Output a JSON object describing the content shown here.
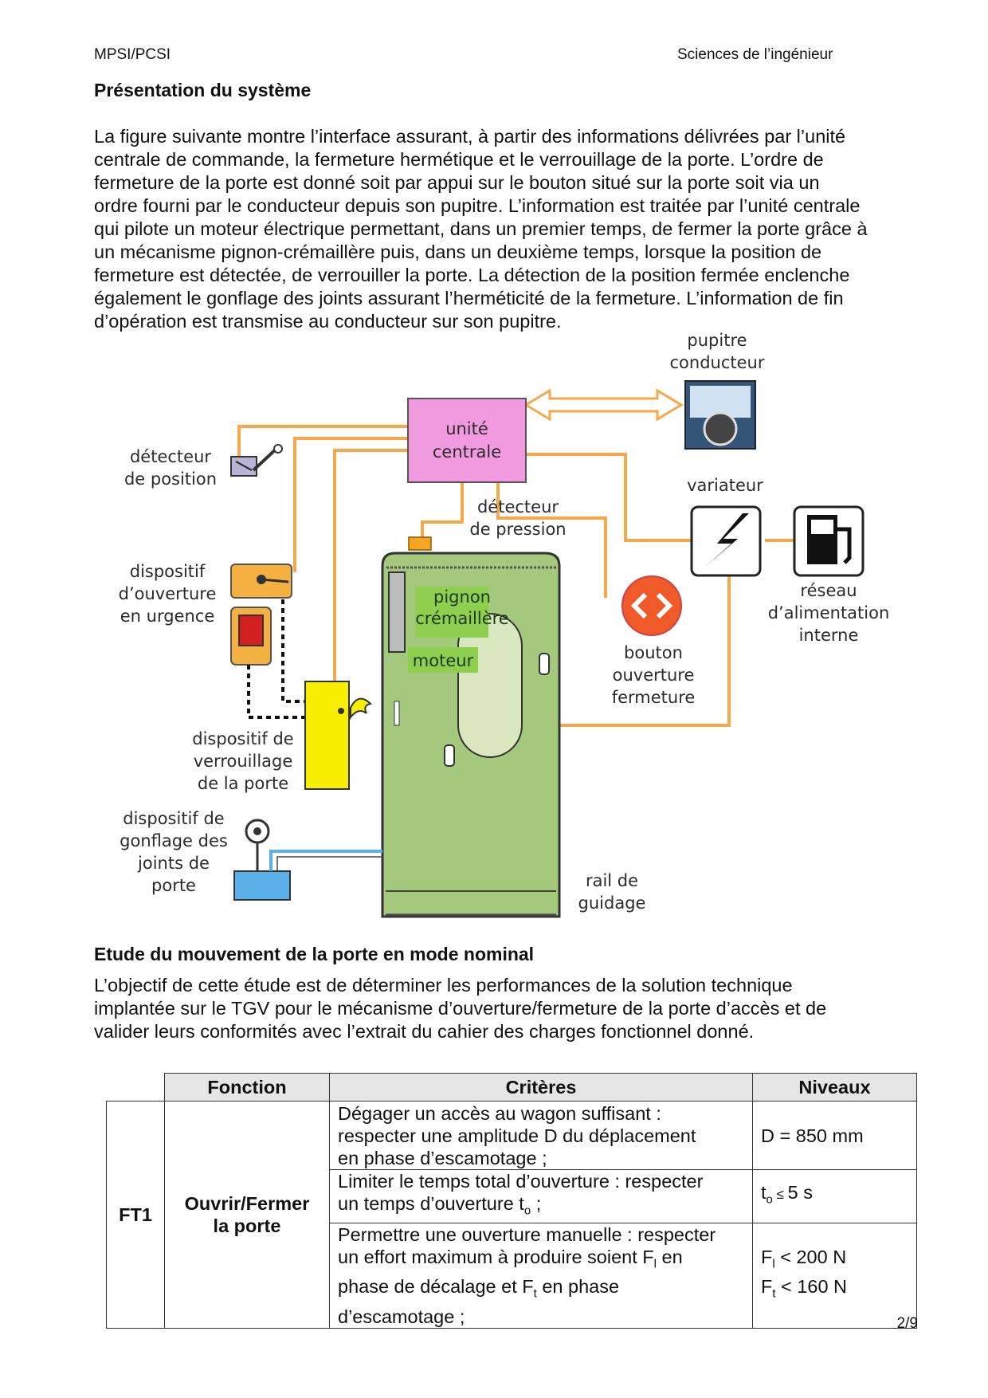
{
  "header": {
    "left": "MPSI/PCSI",
    "right": "Sciences de l’ingénieur"
  },
  "section1": {
    "title": "Présentation du système",
    "lines": [
      "La figure suivante montre l’interface assurant, à partir des informations délivrées par l’unité",
      "centrale de commande, la fermeture hermétique et le verrouillage de la porte. L’ordre de",
      "fermeture de la porte est donné soit par appui sur le bouton situé sur la porte soit via un",
      "ordre fourni par le conducteur depuis son pupitre. L’information est traitée par l’unité centrale",
      "qui pilote un moteur électrique permettant, dans un premier temps, de fermer la porte grâce à",
      "un mécanisme pignon-crémaillère puis, dans un deuxième temps, lorsque la position de",
      "fermeture est détectée, de verrouiller la porte. La détection de la position fermée enclenche",
      "également le gonflage des joints assurant l’herméticité de la fermeture. L’information de fin",
      "d’opération est transmise au conducteur sur son pupitre."
    ]
  },
  "diagram": {
    "pupitre": [
      "pupitre",
      "conducteur"
    ],
    "unite": [
      "unité",
      "centrale"
    ],
    "detecteur_position": [
      "détecteur",
      "de position"
    ],
    "detecteur_pression": [
      "détecteur",
      "de pression"
    ],
    "variateur": "variateur",
    "reseau": [
      "réseau",
      "d’alimentation",
      "interne"
    ],
    "urgence": [
      "dispositif",
      "d’ouverture",
      "en urgence"
    ],
    "pignon": [
      "pignon",
      "crémaillère"
    ],
    "moteur": "moteur",
    "bouton": [
      "bouton",
      "ouverture",
      "fermeture"
    ],
    "verrouillage": [
      "dispositif de",
      "verrouillage",
      "de la porte"
    ],
    "gonflage": [
      "dispositif de",
      "gonflage des",
      "joints de",
      "porte"
    ],
    "rail": [
      "rail de",
      "guidage"
    ],
    "colors": {
      "wire": "#f5a94a",
      "unite": "#f29ae0",
      "door": "#a4c97c",
      "lock": "#f7ee00",
      "tank": "#5ab0e6",
      "button": "#f05a28"
    }
  },
  "section2": {
    "title": "Etude du mouvement de la porte en mode nominal",
    "lines": [
      "L’objectif de cette étude est de déterminer les performances de la solution technique",
      "implantée sur le TGV pour le mécanisme d’ouverture/fermeture de la porte d’accès et de",
      "valider leurs conformités avec l’extrait du cahier des charges fonctionnel donné."
    ]
  },
  "table": {
    "headers": {
      "fonction": "Fonction",
      "criteres": "Critères",
      "niveaux": "Niveaux"
    },
    "id": "FT1",
    "fonction": [
      "Ouvrir/Fermer",
      "la porte"
    ],
    "rows": [
      {
        "critere": [
          "Dégager un accès au wagon suffisant :",
          "respecter une amplitude D du déplacement",
          "en phase d’escamotage ;"
        ],
        "niveau": "D = 850 mm"
      },
      {
        "critere": [
          "Limiter le temps total d’ouverture : respecter",
          "un temps d’ouverture t",
          "o",
          " ;"
        ],
        "niveau": [
          "t",
          "o",
          " ≤ ",
          "5 s"
        ]
      },
      {
        "critere": [
          "Permettre une ouverture manuelle : respecter",
          "un effort maximum à produire soient F",
          "l",
          " en",
          "phase de décalage et F",
          "t",
          " en phase",
          "d’escamotage ;"
        ],
        "niveau": [
          "F",
          "l",
          " < 200 N",
          "F",
          "t",
          " < 160 N"
        ]
      }
    ]
  },
  "page_number": "2/9"
}
